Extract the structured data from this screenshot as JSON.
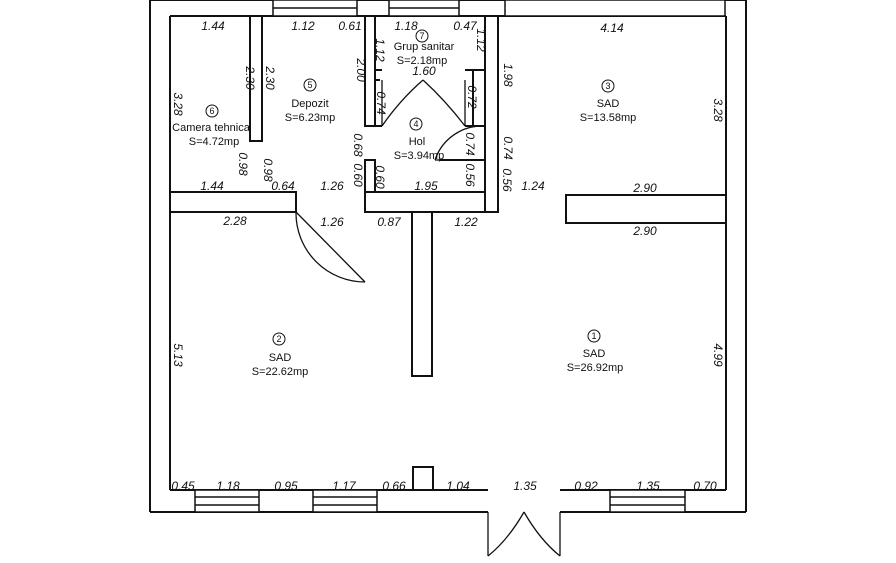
{
  "rooms": [
    {
      "number": "1",
      "name": "SAD",
      "area": "S=26.92mp"
    },
    {
      "number": "2",
      "name": "SAD",
      "area": "S=22.62mp"
    },
    {
      "number": "3",
      "name": "SAD",
      "area": "S=13.58mp"
    },
    {
      "number": "4",
      "name": "Hol",
      "area": "S=3.94mp"
    },
    {
      "number": "5",
      "name": "Depozit",
      "area": "S=6.23mp"
    },
    {
      "number": "6",
      "name": "Camera tehnica",
      "area": "S=4.72mp"
    },
    {
      "number": "7",
      "name": "Grup sanitar",
      "area": "S=2.18mp"
    }
  ],
  "dimensions": {
    "top_1_44": "1.44",
    "top_1_12": "1.12",
    "top_0_61": "0.61",
    "top_1_18": "1.18",
    "top_0_47": "0.47",
    "top_4_14": "4.14",
    "v_2_30_a": "2.30",
    "v_2_30_b": "2.30",
    "v_3_28_left": "3.28",
    "v_2_00": "2.00",
    "v_1_12_a": "1.12",
    "v_1_12_b": "1.12",
    "v_1_60": "1.60",
    "v_0_74_a": "0.74",
    "v_0_72": "0.72",
    "v_1_98": "1.98",
    "v_3_28_right": "3.28",
    "v_0_74_b": "0.74",
    "v_0_74_c": "0.74",
    "v_0_68": "0.68",
    "v_0_98_a": "0.98",
    "v_0_98_b": "0.98",
    "v_0_60_a": "0.60",
    "v_0_60_b": "0.60",
    "v_0_56_a": "0.56",
    "v_0_56_b": "0.56",
    "h_1_44": "1.44",
    "h_0_64": "0.64",
    "h_1_26_a": "1.26",
    "h_1_95": "1.95",
    "h_1_24": "1.24",
    "h_2_90_a": "2.90",
    "h_2_90_b": "2.90",
    "h_2_28": "2.28",
    "h_1_26_b": "1.26",
    "h_0_87": "0.87",
    "h_1_22": "1.22",
    "v_5_13": "5.13",
    "v_4_99": "4.99",
    "b_0_45": "0.45",
    "b_1_18": "1.18",
    "b_0_95": "0.95",
    "b_1_17": "1.17",
    "b_0_66": "0.66",
    "b_1_04": "1.04",
    "b_1_35_a": "1.35",
    "b_0_92": "0.92",
    "b_1_35_b": "1.35",
    "b_0_70": "0.70"
  }
}
